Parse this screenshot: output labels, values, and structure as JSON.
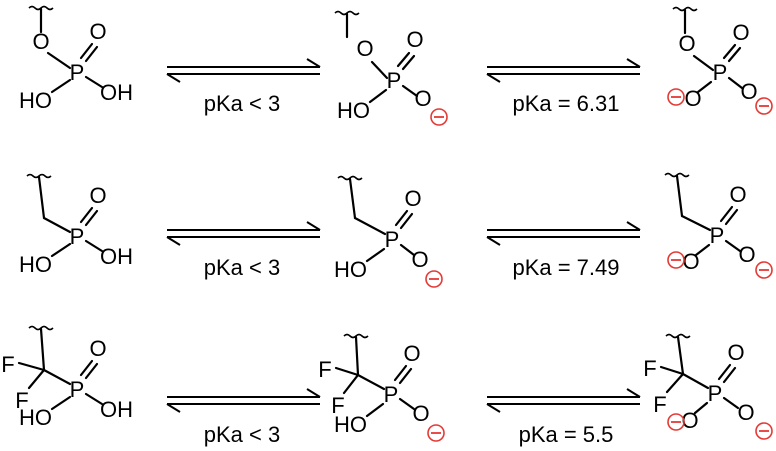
{
  "rows": [
    {
      "species": [
        {
          "atoms": [
            "O",
            "P",
            "O",
            "OH",
            "HO"
          ]
        },
        {
          "atoms": [
            "O",
            "P",
            "O",
            "O",
            "HO"
          ]
        },
        {
          "atoms": [
            "O",
            "P",
            "O",
            "O",
            "O"
          ]
        }
      ],
      "equilibria": [
        "pKa < 3",
        "pKa = 6.31"
      ]
    },
    {
      "species": [
        {
          "atoms": [
            "P",
            "O",
            "OH",
            "HO"
          ]
        },
        {
          "atoms": [
            "P",
            "O",
            "O",
            "HO"
          ]
        },
        {
          "atoms": [
            "P",
            "O",
            "O",
            "O"
          ]
        }
      ],
      "equilibria": [
        "pKa < 3",
        "pKa = 7.49"
      ]
    },
    {
      "species": [
        {
          "atoms": [
            "F",
            "F",
            "P",
            "O",
            "OH",
            "HO"
          ]
        },
        {
          "atoms": [
            "F",
            "F",
            "P",
            "O",
            "O",
            "HO"
          ]
        },
        {
          "atoms": [
            "F",
            "F",
            "P",
            "O",
            "O",
            "O"
          ]
        }
      ],
      "equilibria": [
        "pKa < 3",
        "pKa = 5.5"
      ]
    }
  ],
  "colors": {
    "charge": "#e53935",
    "ink": "#000000"
  }
}
